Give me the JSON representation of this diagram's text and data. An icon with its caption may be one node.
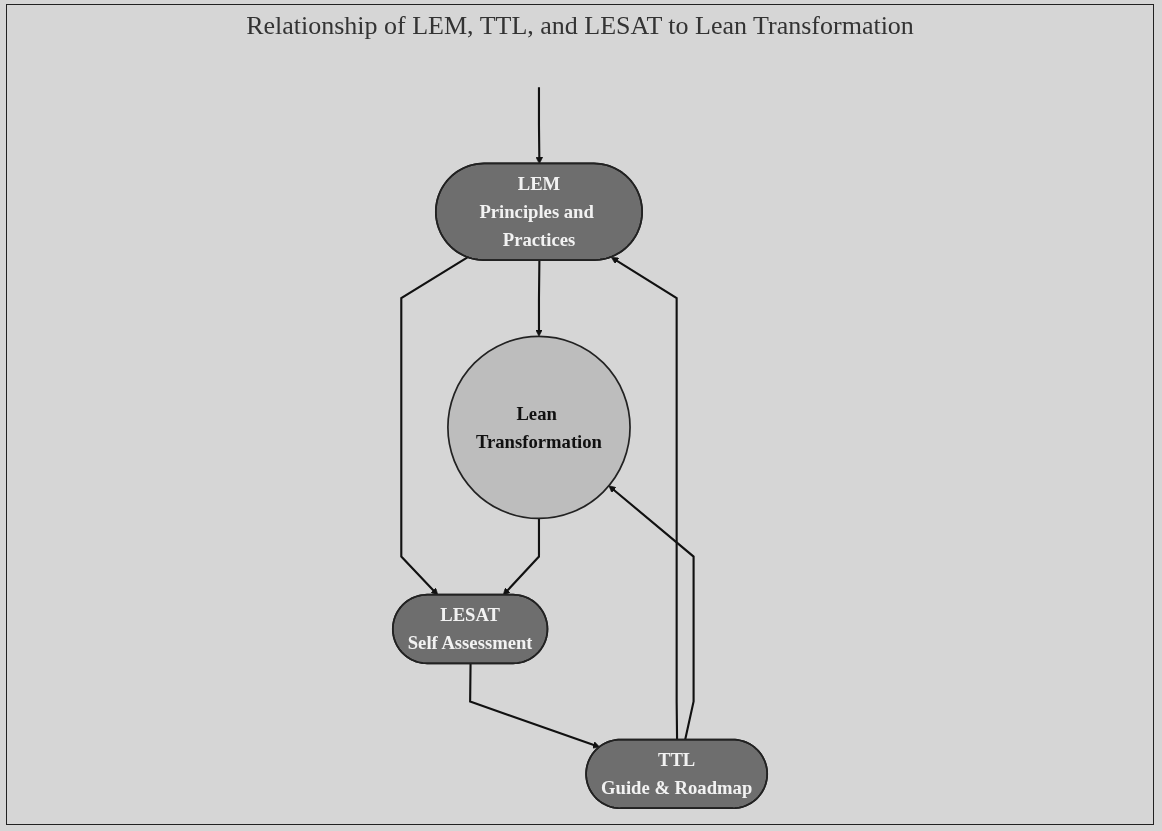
{
  "diagram": {
    "title": "Relationship of LEM, TTL, and LESAT to Lean Transformation",
    "nodes": [
      {
        "text": [
          "LEM",
          "Principles and Practices"
        ]
      },
      {
        "text": [
          "Lean Transformation"
        ]
      },
      {
        "text": [
          "TTL",
          "Guide & Roadmap"
        ]
      },
      {
        "text": [
          "LESAT",
          "Self Assessment"
        ]
      }
    ],
    "edges": [
      {
        "from": null,
        "to": 0,
        "arrow": "to"
      },
      {
        "from": 0,
        "to": 1,
        "arrow": "to"
      },
      {
        "from": 0,
        "to": 3,
        "arrow": "to"
      },
      {
        "from": 2,
        "to": 0,
        "arrow": "to"
      },
      {
        "from": 2,
        "to": 1,
        "arrow": "to"
      },
      {
        "from": 1,
        "to": 3,
        "arrow": "to"
      },
      {
        "from": 3,
        "to": 2,
        "arrow": "to"
      }
    ]
  }
}
